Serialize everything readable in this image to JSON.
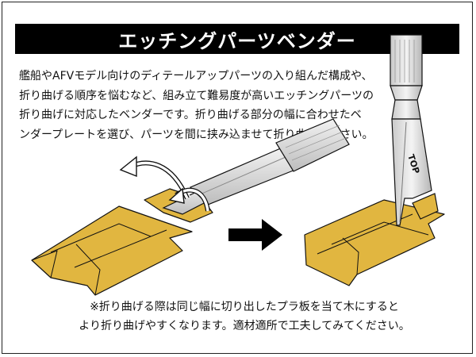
{
  "title": "エッチングパーツベンダー",
  "description": [
    "艦船やAFVモデル向けのディテールアップパーツの入り組んだ構成や、",
    "折り曲げる順序を悩むなど、組み立て難易度が高いエッチングパーツの",
    "折り曲げに対応したベンダーです。折り曲げる部分の幅に合わせたベ",
    "ンダープレートを選び、パーツを間に挟み込ませて折り曲げて下さい。"
  ],
  "tool_label": "TOP",
  "notes": [
    "※折り曲げる際は同じ幅に切り出したプラ板を当て木にすると",
    "より折り曲げやすくなります。適材適所で工夫してみてください。"
  ],
  "colors": {
    "title_bg": "#000000",
    "title_text": "#ffffff",
    "parts_fill": "#e1b640",
    "line": "#111111"
  },
  "icons": [
    "curved-arrow-icon",
    "right-arrow-icon"
  ]
}
